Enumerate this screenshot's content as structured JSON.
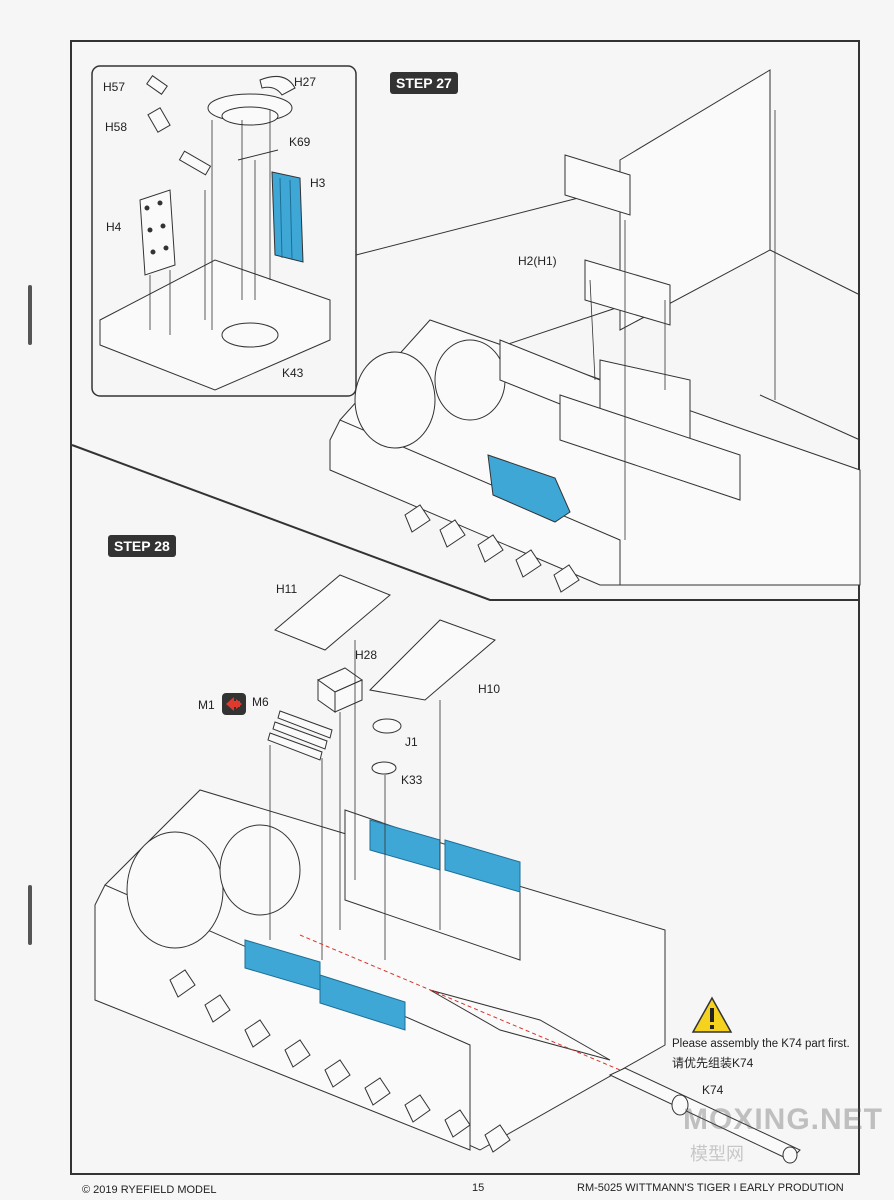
{
  "steps": {
    "step27": "STEP 27",
    "step28": "STEP 28"
  },
  "step27_labels": {
    "h57": "H57",
    "h58": "H58",
    "h27": "H27",
    "k69": "K69",
    "h3": "H3",
    "h4": "H4",
    "k43": "K43",
    "h2h1": "H2(H1)"
  },
  "step28_labels": {
    "h11": "H11",
    "h28": "H28",
    "h10": "H10",
    "m1": "M1",
    "m6": "M6",
    "j1": "J1",
    "k33": "K33",
    "k74": "K74"
  },
  "warning": {
    "en": "Please assembly the K74 part first.",
    "zh": "请优先组装K74"
  },
  "footer": {
    "copyright": "© 2019 RYEFIELD MODEL",
    "page_number": "15",
    "product": "RM-5025 WITTMANN'S TIGER I EARLY PRODUTION"
  },
  "watermark": {
    "main": "MOXING.NET",
    "sub": "模型网"
  },
  "colors": {
    "highlight": "#3fa7d6",
    "line": "#333333",
    "arrow_red": "#d9342b"
  }
}
